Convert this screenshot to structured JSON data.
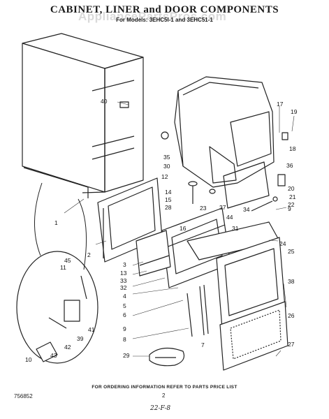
{
  "header": {
    "title": "CABINET, LINER and DOOR COMPONENTS",
    "subtitle": "For Models: 3EHC5I-1 and 3EHC51-1",
    "watermark": "AppliancePartsPros.com"
  },
  "callouts": {
    "c1": "1",
    "c2": "2",
    "c3": "3",
    "c4": "4",
    "c5": "5",
    "c6": "6",
    "c7": "7",
    "c8": "8",
    "c9": "9",
    "c9b": "9",
    "c10": "10",
    "c11": "11",
    "c12": "12",
    "c13": "13",
    "c14": "14",
    "c15": "15",
    "c16": "16",
    "c17": "17",
    "c18": "18",
    "c19": "19",
    "c20": "20",
    "c21": "21",
    "c22": "22",
    "c23": "23",
    "c24": "24",
    "c25": "25",
    "c26": "26",
    "c27": "27",
    "c28": "28",
    "c29": "29",
    "c30": "30",
    "c31": "31",
    "c32": "32",
    "c33": "33",
    "c34": "34",
    "c35": "35",
    "c36": "36",
    "c37": "37",
    "c38": "38",
    "c39": "39",
    "c40": "40",
    "c41": "41",
    "c42": "42",
    "c43": "43",
    "c44": "44",
    "c45": "45"
  },
  "footer": {
    "note": "FOR ORDERING INFORMATION REFER TO PARTS PRICE LIST",
    "page": "2",
    "code": "756852",
    "handwritten": "22-F-8"
  }
}
